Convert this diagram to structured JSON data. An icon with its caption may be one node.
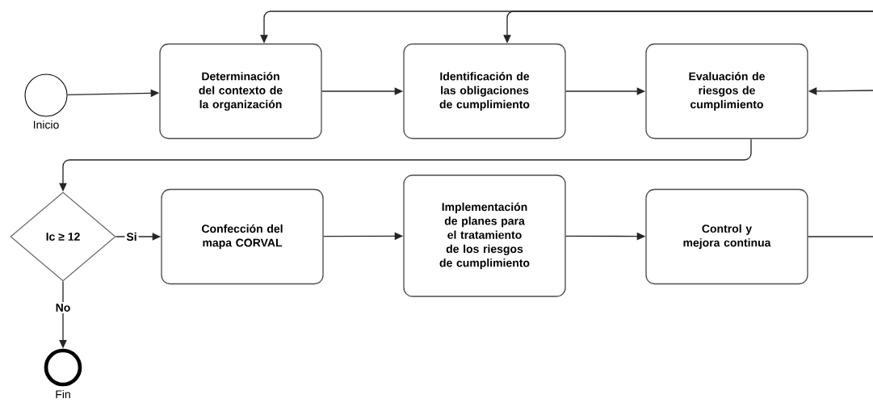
{
  "diagram": {
    "nodes": [
      {
        "text": [],
        "shape": "circle",
        "beside": [
          "Inicio"
        ]
      },
      {
        "text": [
          "Determinación del contexto de la organización"
        ]
      },
      {
        "text": [
          "Identificación de las obligaciones de cumplimiento"
        ]
      },
      {
        "text": [
          "Evaluación de riesgos de cumplimiento"
        ]
      },
      {
        "text": [
          "Ic ≥ 12"
        ]
      },
      {
        "text": [
          "Confección del mapa CORVAL"
        ]
      },
      {
        "text": [
          "Implementación de planes para el tratamiento de los riesgos de cumplimiento"
        ]
      },
      {
        "text": [
          "Control y mejora continua"
        ]
      },
      {
        "text": [],
        "shape": "circle",
        "beside": [
          "Fin"
        ]
      }
    ],
    "edges": [
      {
        "from": 0,
        "to": 1,
        "arrow": "to"
      },
      {
        "from": 1,
        "to": 2,
        "arrow": "to"
      },
      {
        "from": 2,
        "to": 3,
        "arrow": "to"
      },
      {
        "from": 3,
        "to": 4,
        "arrow": "to"
      },
      {
        "from": 4,
        "to": 5,
        "arrow": "to",
        "label": "Si"
      },
      {
        "from": 5,
        "to": 6,
        "arrow": "to"
      },
      {
        "from": 6,
        "to": 7,
        "arrow": "to"
      },
      {
        "from": 4,
        "to": 8,
        "arrow": "to",
        "label": "No"
      },
      {
        "from": null,
        "to": 1,
        "arrow": "to"
      },
      {
        "from": null,
        "to": 2,
        "arrow": "to"
      },
      {
        "from": null,
        "to": 3,
        "arrow": "to"
      },
      {
        "from": 7,
        "to": null,
        "arrow": "none"
      }
    ]
  }
}
